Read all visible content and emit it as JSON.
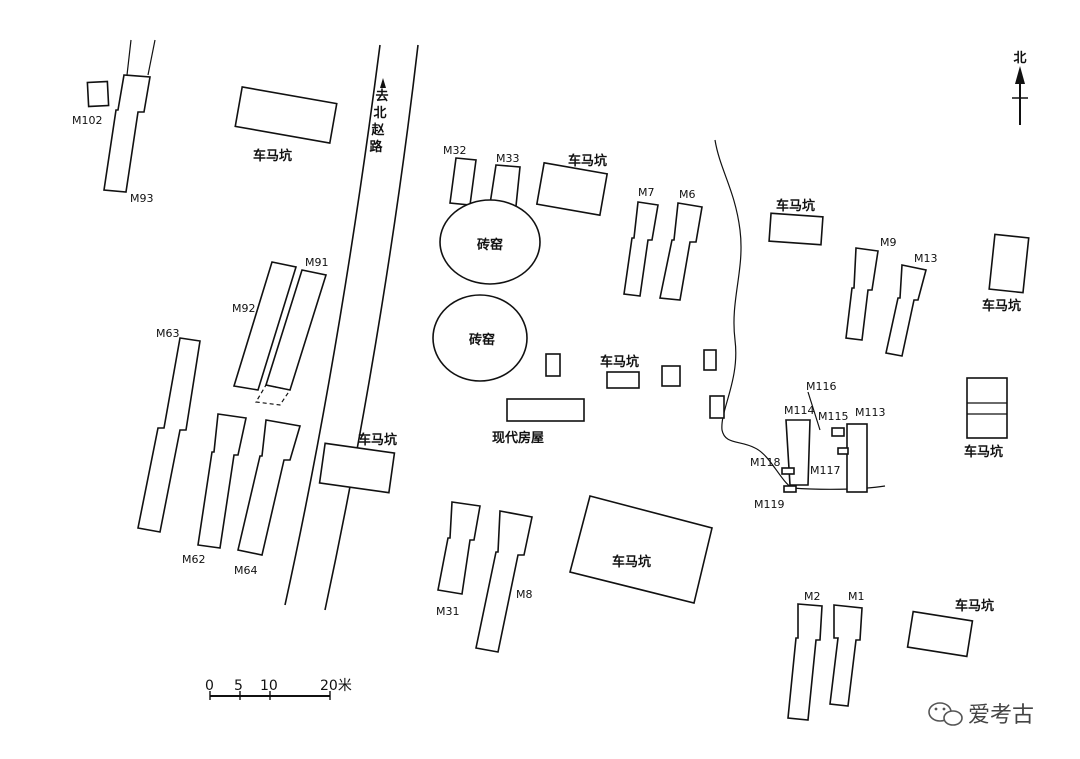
{
  "north": {
    "label": "北"
  },
  "road_label": [
    "去",
    "北",
    "赵",
    "路"
  ],
  "labels": {
    "chemakeng": "车马坑",
    "zhuanyao": "砖窑",
    "xiandai": "现代房屋"
  },
  "tombs": {
    "M102": "M102",
    "M93": "M93",
    "M92": "M92",
    "M91": "M91",
    "M63": "M63",
    "M62": "M62",
    "M64": "M64",
    "M32": "M32",
    "M33": "M33",
    "M7": "M7",
    "M6": "M6",
    "M9": "M9",
    "M13": "M13",
    "M31": "M31",
    "M8": "M8",
    "M116": "M116",
    "M114": "M114",
    "M115": "M115",
    "M113": "M113",
    "M118": "M118",
    "M117": "M117",
    "M119": "M119",
    "M2": "M2",
    "M1": "M1"
  },
  "scale": {
    "ticks": [
      "0",
      "5",
      "10",
      "20米"
    ]
  },
  "watermark": "爱考古"
}
